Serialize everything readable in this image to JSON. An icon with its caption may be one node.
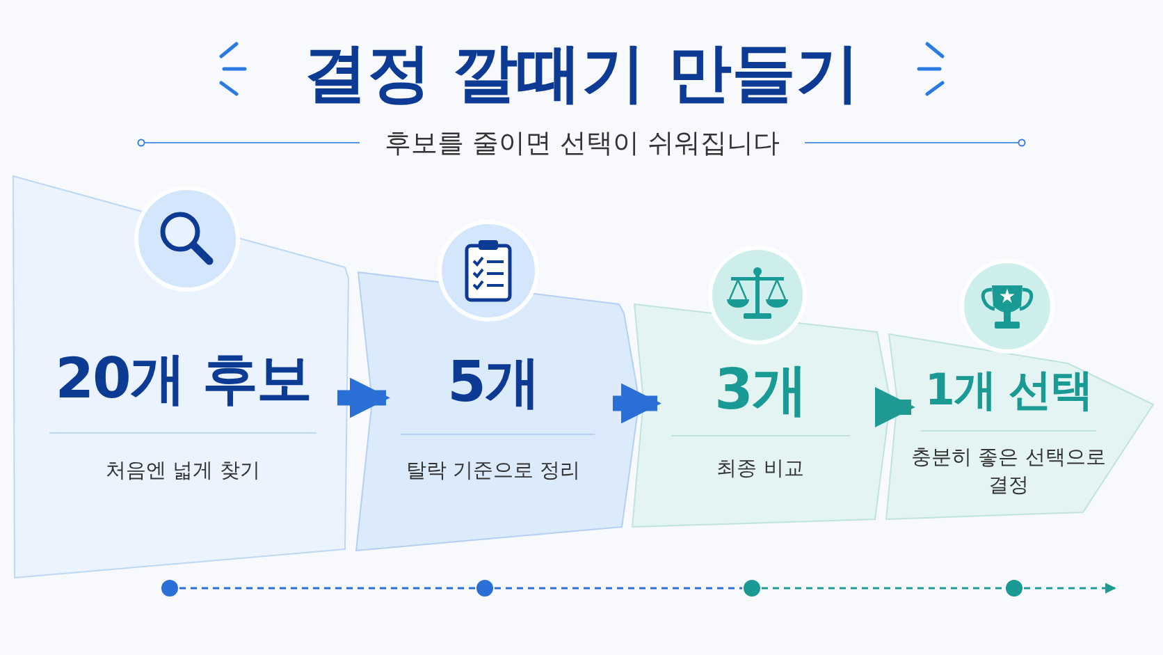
{
  "diagram": {
    "title": "결정 깔때기 만들기",
    "caption": "후보를 줄이면 선택이 쉬워집니다",
    "nodes": [
      {
        "text": [
          "20개 후보",
          "처음엔 넓게 찾기"
        ]
      },
      {
        "text": [
          "5개",
          "탈락 기준으로 정리"
        ]
      },
      {
        "text": [
          "3개",
          "최종 비교"
        ]
      },
      {
        "text": [
          "1개 선택",
          "충분히 좋은 선택으로 결정"
        ]
      },
      {
        "text": [],
        "shape": "circle"
      },
      {
        "text": [],
        "shape": "circle"
      },
      {
        "text": [],
        "shape": "circle"
      },
      {
        "text": [],
        "shape": "circle"
      }
    ],
    "edges": [
      {
        "from": 0,
        "to": 1,
        "arrow": "to",
        "style": "thick"
      },
      {
        "from": 1,
        "to": 2,
        "arrow": "to",
        "style": "thick"
      },
      {
        "from": 2,
        "to": 3,
        "arrow": "to",
        "style": "thick",
        "color": "#1e9a93"
      },
      {
        "from": 4,
        "to": 5,
        "arrow": "none",
        "style": "dashed"
      },
      {
        "from": 5,
        "to": 6,
        "arrow": "none",
        "style": "dashed"
      },
      {
        "from": 6,
        "to": 7,
        "arrow": "none",
        "style": "dashed",
        "color": "#1e9a93"
      },
      {
        "from": 7,
        "to": null,
        "arrow": "to",
        "style": "dashed",
        "color": "#1e9a93"
      }
    ]
  }
}
